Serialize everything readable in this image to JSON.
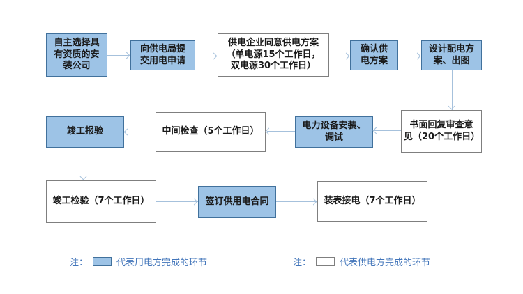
{
  "colors": {
    "consumer_fill": "#9DC3E6",
    "consumer_border": "#41719C",
    "supplier_fill": "#FFFFFF",
    "supplier_border": "#7F7F7F",
    "arrow": "#A6C1DC",
    "legend_text": "#4275BA",
    "box_text": "#1A1A1A"
  },
  "flow": {
    "steps": [
      {
        "id": "choose-installer",
        "party": "consumer",
        "label": "自主选择具\n有资质的安\n装公司"
      },
      {
        "id": "submit-application",
        "party": "consumer",
        "label": "向供电局提\n交用电申请"
      },
      {
        "id": "supplier-approve-plan",
        "party": "supplier",
        "label": "供电企业同意供电方案\n（单电源15个工作日，\n双电源30个工作日）"
      },
      {
        "id": "confirm-plan",
        "party": "consumer",
        "label": "确认供\n电方案"
      },
      {
        "id": "design-distribution",
        "party": "consumer",
        "label": "设计配电方\n案、出图"
      },
      {
        "id": "written-review-reply",
        "party": "supplier",
        "label": "书面回复审查意\n见（20个工作日）"
      },
      {
        "id": "equipment-install",
        "party": "consumer",
        "label": "电力设备安装、\n调试"
      },
      {
        "id": "interim-inspection",
        "party": "supplier",
        "label": "中间检查（5个工作日）"
      },
      {
        "id": "completion-report",
        "party": "consumer",
        "label": "竣工报验"
      },
      {
        "id": "completion-inspection",
        "party": "supplier",
        "label": "竣工检验（7个工作日）"
      },
      {
        "id": "sign-contract",
        "party": "consumer",
        "label": "签订供用电合同"
      },
      {
        "id": "meter-connection",
        "party": "supplier",
        "label": "装表接电（7个工作日）"
      }
    ]
  },
  "legend": {
    "consumer": {
      "note": "注：",
      "text": "代表用电方完成的环节"
    },
    "supplier": {
      "note": "注：",
      "text": "代表供电方完成的环节"
    }
  }
}
